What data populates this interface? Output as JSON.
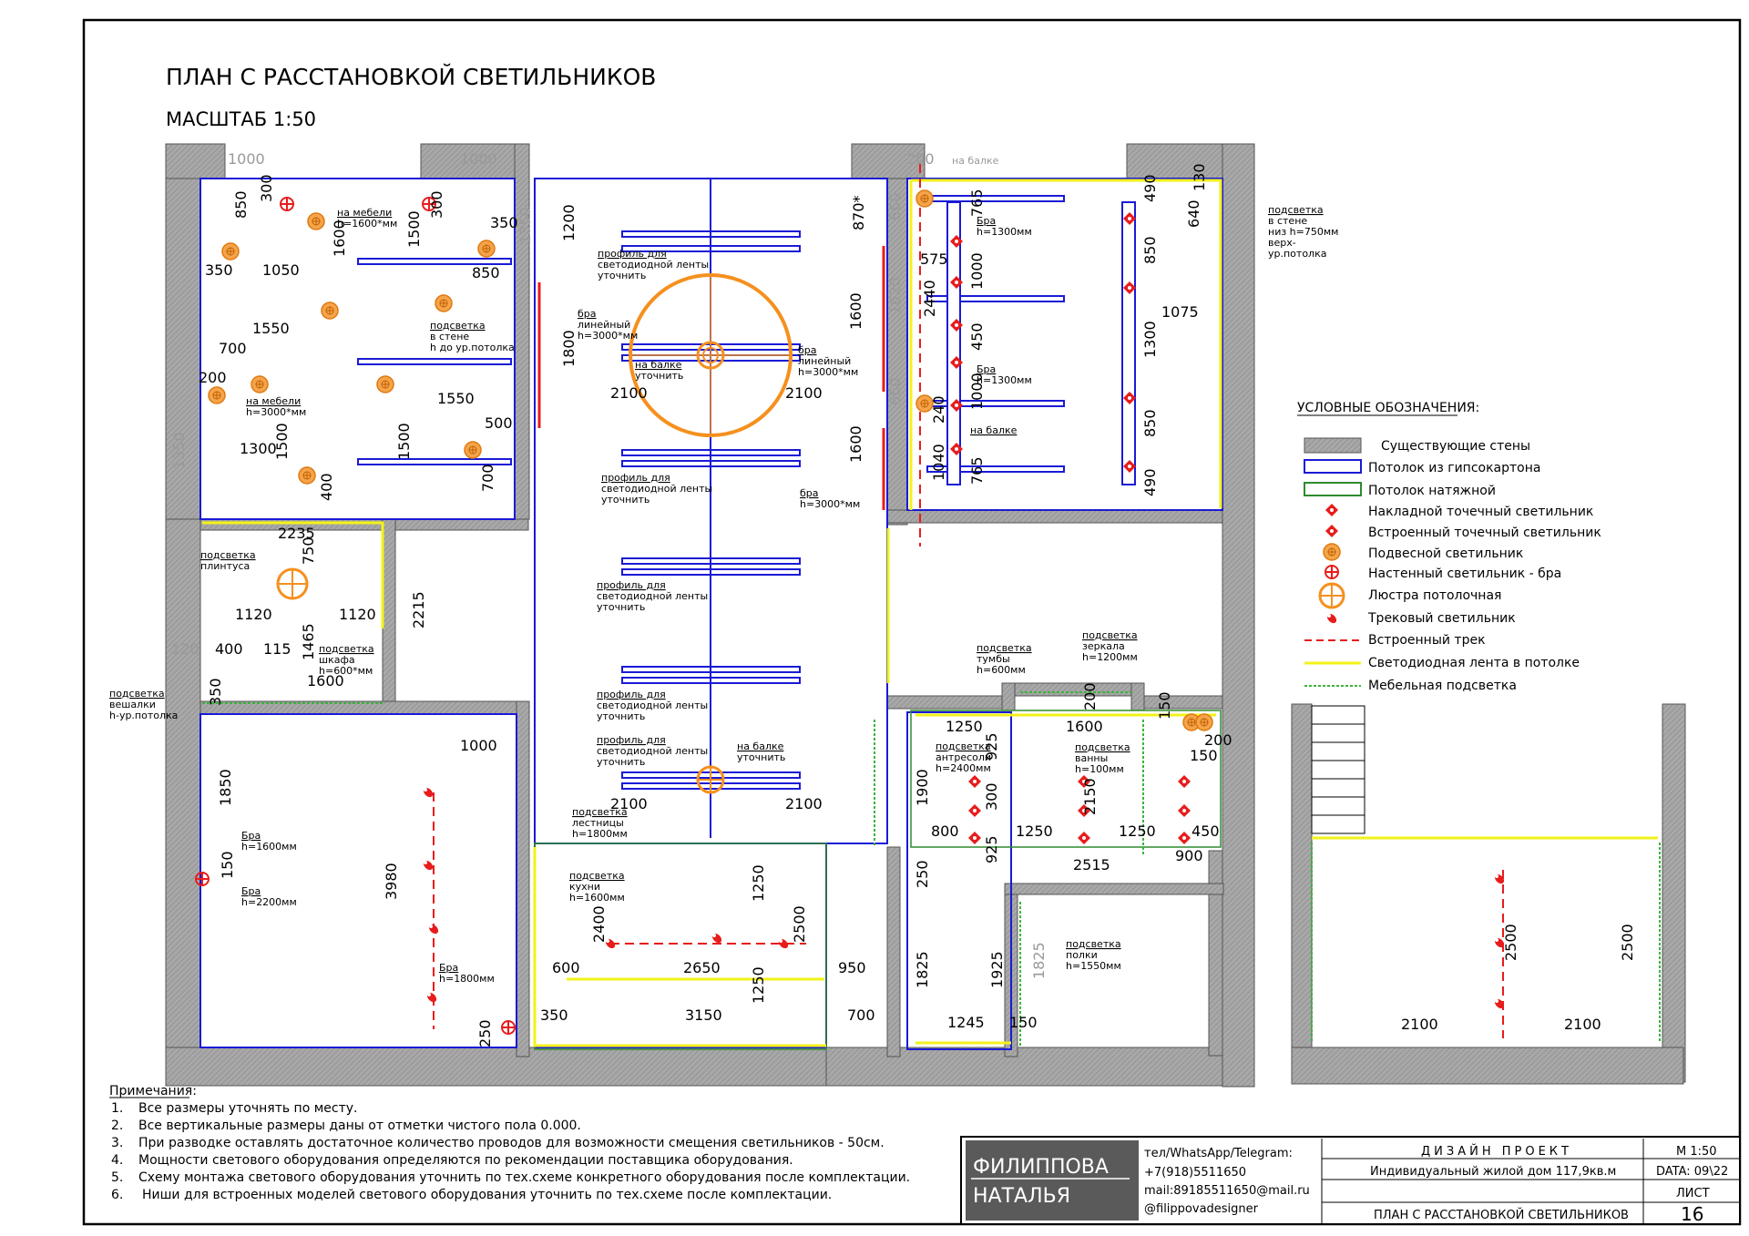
{
  "title": "ПЛАН С РАССТАНОВКОЙ СВЕТИЛЬНИКОВ",
  "scale": "МАСШТАБ 1:50",
  "legend": {
    "header": "УСЛОВНЫЕ ОБОЗНАЧЕНИЯ:",
    "items": [
      "Существующие стены",
      "Потолок из гипсокартона",
      "Потолок натяжной",
      "Накладной точечный светильник",
      "Встроенный точечный светильник",
      "Подвесной светильник",
      "Настенный светильник - бра",
      "Люстра потолочная",
      "Трековый светильник",
      "Встроенный трек",
      "Светодиодная лента в потолке",
      "Мебельная подсветка"
    ],
    "colors": {
      "wall": "#a8a8a8",
      "gkl": "#1a1ad6",
      "stretch": "#2e8b2e",
      "spot": "#e81c1c",
      "pendant": "#f5901e",
      "track": "#e81c1c",
      "led": "#f2f21a",
      "furniture": "#3cb43c"
    }
  },
  "notes": {
    "header": "Примечания:",
    "items": [
      {
        "n": "1.",
        "text": "Все размеры уточнять по месту."
      },
      {
        "n": "2.",
        "text": "Все вертикальные размеры даны от отметки чистого пола 0.000."
      },
      {
        "n": "3.",
        "text": "При разводке оставлять достаточное количество проводов для возможности смещения светильников - 50см."
      },
      {
        "n": "4.",
        "text": "Мощности светового оборудования определяются по рекомендации поставщика оборудования."
      },
      {
        "n": "5.",
        "text": "Схему монтажа светового оборудования уточнить по тех.схеме конкретного оборудования после комплектации."
      },
      {
        "n": "6.",
        "text": "Ниши для встроенных моделей светового оборудования уточнить по тех.схеме после комплектации."
      }
    ]
  },
  "titleblock": {
    "author_line1": "ФИЛИППОВА",
    "author_line2": "НАТАЛЬЯ",
    "contact_label": "тел/WhatsApp/Telegram:",
    "phone": "+7(918)5511650",
    "email": "mail:89185511650@mail.ru",
    "insta": "@filippovadesigner",
    "project_type": "ДИЗАЙН ПРОЕКТ",
    "project_name": "Индивидуальный жилой дом 117,9кв.м",
    "sheet_title": "ПЛАН С РАССТАНОВКОЙ СВЕТИЛЬНИКОВ",
    "scale": "М 1:50",
    "date": "DATA: 09\\22",
    "sheet_label": "ЛИСТ",
    "sheet_no": "16"
  },
  "dims": {
    "d1000a": "1000",
    "d1000b": "1000",
    "d200": "200",
    "na_balke_top": "на балке",
    "d850": "850",
    "d300a": "300",
    "d300b": "300",
    "d350a": "350",
    "d1050": "1050",
    "d1600a": "1600",
    "d1500a": "1500",
    "d350b": "350",
    "d850b": "850",
    "d1350a": "1350",
    "d1550a": "1550",
    "d700a": "700",
    "d200a": "200",
    "d1550b": "1550",
    "d500": "500",
    "d1300a": "1300",
    "d1500b": "1500",
    "d1500c": "1500",
    "d400a": "400",
    "d700b": "700",
    "d1350b": "1350",
    "d1200": "1200",
    "d1800": "1800",
    "d2100a": "2100",
    "d2100b": "2100",
    "d870": "870*",
    "d1600b": "1600",
    "d1600c": "1600",
    "d2100c": "2100",
    "d2100d": "2100",
    "d660a": "660",
    "d660b": "660",
    "d1620": "1620",
    "d765a": "765",
    "d575": "575",
    "d2440": "2440",
    "d1000c": "1000",
    "d450a": "450",
    "d1000d": "1000",
    "d240": "240",
    "d1040": "1040",
    "d765b": "765",
    "d490a": "490",
    "d850c": "850",
    "d1300b": "1300",
    "d850d": "850",
    "d490b": "490",
    "d1075": "1075",
    "d640": "640",
    "d130": "130",
    "d2235": "2235",
    "d750": "750",
    "d1120a": "1120",
    "d1120b": "1120",
    "d2215": "2215",
    "d120": "120",
    "d400b": "400",
    "d115": "115",
    "d1465": "1465",
    "d350c": "350",
    "d1600d": "1600",
    "d1850": "1850",
    "d1000e": "1000",
    "d3980": "3980",
    "d150a": "150",
    "d250a": "250",
    "d2400a": "2400",
    "d1250a": "1250",
    "d2500a": "2500",
    "d600": "600",
    "d2650": "2650",
    "d950": "950",
    "d1250b": "1250",
    "d350d": "350",
    "d3150": "3150",
    "d700c": "700",
    "d1250c": "1250",
    "d1600e": "1600",
    "d200b": "200",
    "d150b": "150",
    "d925a": "925",
    "d300c": "300",
    "d2150": "2150",
    "d150c": "150",
    "d1900": "1900",
    "d800": "800",
    "d1250d": "1250",
    "d1250e": "1250",
    "d450b": "450",
    "d925b": "925",
    "d2515": "2515",
    "d900": "900",
    "d250b": "250",
    "d1825a": "1825",
    "d1925": "1925",
    "d1825b": "1825",
    "d1245": "1245",
    "d150d": "150",
    "d2500b": "2500",
    "d2500c": "2500",
    "d2100e": "2100",
    "d2100f": "2100"
  },
  "labels": {
    "l_na_mebeli_1600": [
      "на мебели",
      "h=1600*мм"
    ],
    "l_podsvetka_stene": [
      "подсветка",
      "в стене",
      "h до ур.потолка"
    ],
    "l_na_mebeli_3000": [
      "на мебели",
      "h=3000*мм"
    ],
    "l_profil1": [
      "профиль для",
      "светодиодной ленты",
      "уточнить"
    ],
    "l_bra_lin1": [
      "бра",
      "линейный",
      "h=3000*мм"
    ],
    "l_na_balke1": [
      "на балке",
      "уточнить"
    ],
    "l_bra_lin2": [
      "бра",
      "линейный",
      "h=3000*мм"
    ],
    "l_profil2": [
      "профиль для",
      "светодиодной ленты",
      "уточнить"
    ],
    "l_bra_3000": [
      "бра",
      "h=3000*мм"
    ],
    "l_profil3": [
      "профиль для",
      "светодиодной ленты",
      "уточнить"
    ],
    "l_profil4": [
      "профиль для",
      "светодиодной ленты",
      "уточнить"
    ],
    "l_profil5": [
      "профиль для",
      "светодиодной ленты",
      "уточнить"
    ],
    "l_na_balke2": [
      "на балке",
      "уточнить"
    ],
    "l_bra1300a": [
      "Бра",
      "h=1300мм"
    ],
    "l_bra1300b": [
      "Бра",
      "h=1300мм"
    ],
    "l_na_balke3": [
      "на балке"
    ],
    "l_podsv_stene2": [
      "подсветка",
      "в стене",
      "низ h=750мм",
      "верх-",
      "ур.потолка"
    ],
    "l_podsv_plintusa": [
      "подсветка",
      "плинтуса"
    ],
    "l_podsv_shkafa": [
      "подсветка",
      "шкафа",
      "h=600*мм"
    ],
    "l_podsv_veshalki": [
      "подсветка",
      "вешалки",
      "h-ур.потолка"
    ],
    "l_podsv_tumby": [
      "подсветка",
      "тумбы",
      "h=600мм"
    ],
    "l_podsv_zerkala": [
      "подсветка",
      "зеркала",
      "h=1200мм"
    ],
    "l_bra1600": [
      "Бра",
      "h=1600мм"
    ],
    "l_bra2200": [
      "Бра",
      "h=2200мм"
    ],
    "l_bra1800": [
      "Бра",
      "h=1800мм"
    ],
    "l_podsv_lestnicy": [
      "подсветка",
      "лестницы",
      "h=1800мм"
    ],
    "l_podsv_kuhni": [
      "подсветка",
      "кухни",
      "h=1600мм"
    ],
    "l_podsv_antresoli": [
      "подсветка",
      "антресоли",
      "h=2400мм"
    ],
    "l_podsv_vanny": [
      "подсветка",
      "ванны",
      "h=100мм"
    ],
    "l_podsv_polki": [
      "подсветка",
      "полки",
      "h=1550мм"
    ]
  }
}
